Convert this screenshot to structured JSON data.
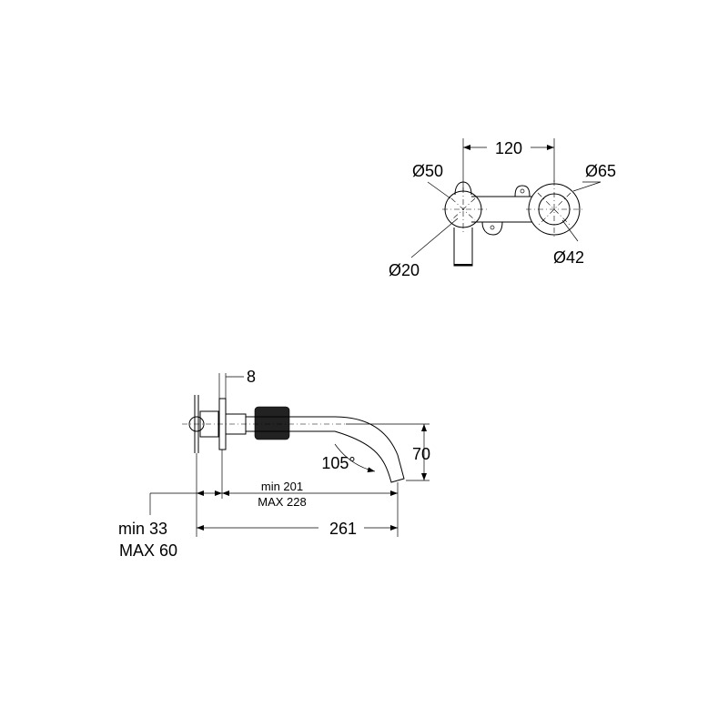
{
  "top_view": {
    "spacing": "120",
    "dia_handle_plate": "Ø50",
    "dia_spout": "Ø20",
    "dia_outer_plate": "Ø65",
    "dia_inner": "Ø42"
  },
  "side_view": {
    "plate_thickness": "8",
    "angle": "105°",
    "spout_height": "70",
    "reach_min": "min 201",
    "reach_max": "MAX 228",
    "wall_min": "min 33",
    "wall_max": "MAX 60",
    "overall_length": "261"
  }
}
